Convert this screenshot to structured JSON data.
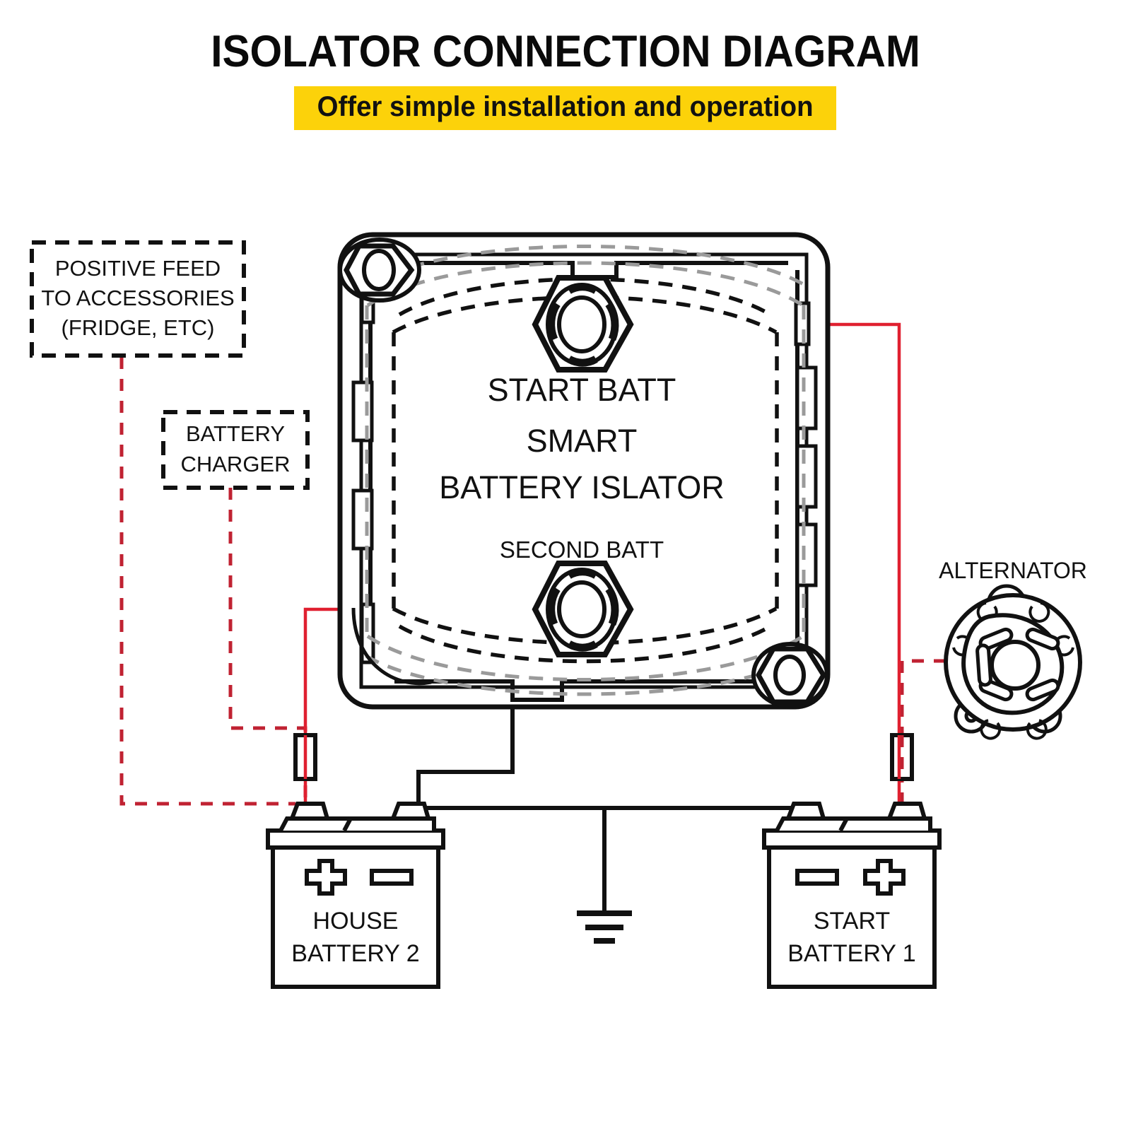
{
  "header": {
    "title": "ISOLATOR CONNECTION DIAGRAM",
    "subtitle": "Offer simple installation and operation"
  },
  "colors": {
    "highlight_yellow": "#FCD20A",
    "wire_red": "#E02030",
    "wire_red_dashed": "#C02232",
    "wire_black": "#111111",
    "outline_black": "#111111",
    "dashed_gray": "#9A9A9A",
    "background": "#FFFFFF"
  },
  "callouts": {
    "positive_feed": {
      "line1": "POSITIVE  FEED",
      "line2": "TO  ACCESSORIES",
      "line3": "(FRIDGE,  ETC)"
    },
    "battery_charger": {
      "line1": "BATTERY",
      "line2": "CHARGER"
    }
  },
  "isolator": {
    "top_terminal_label": "START  BATT",
    "brand_line1": "SMART",
    "brand_line2": "BATTERY  ISLATOR",
    "bottom_terminal_label": "SECOND  BATT"
  },
  "alternator": {
    "label": "ALTERNATOR"
  },
  "batteries": [
    {
      "id": "house",
      "line1": "HOUSE",
      "line2": "BATTERY  2",
      "left_terminal": "+",
      "right_terminal": "-"
    },
    {
      "id": "start",
      "line1": "START",
      "line2": "BATTERY  1",
      "left_terminal": "-",
      "right_terminal": "+"
    }
  ],
  "symbols": {
    "ground": "ground-symbol",
    "fuse_left": "fuse-symbol",
    "fuse_right": "fuse-symbol"
  }
}
